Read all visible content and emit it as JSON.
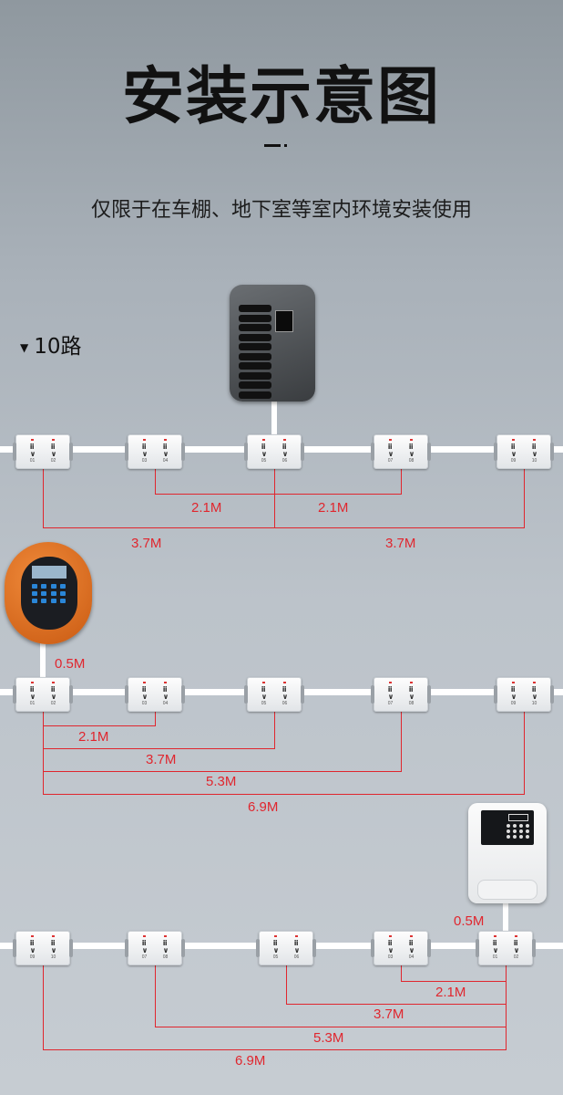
{
  "title": "安装示意图",
  "subtitle": "仅限于在车棚、地下室等室内环境安装使用",
  "route_label": "10路",
  "colors": {
    "measure": "#e0262e",
    "wire": "#ffffff",
    "title": "#111111"
  },
  "rows": [
    {
      "device": "charging-station-10-slot",
      "sockets": [
        [
          "01",
          "02"
        ],
        [
          "03",
          "04"
        ],
        [
          "05",
          "06"
        ],
        [
          "07",
          "08"
        ],
        [
          "09",
          "10"
        ]
      ],
      "measurements": [
        "2.1M",
        "2.1M",
        "3.7M",
        "3.7M"
      ]
    },
    {
      "device": "orange-card-reader",
      "drop": "0.5M",
      "sockets": [
        [
          "01",
          "02"
        ],
        [
          "03",
          "04"
        ],
        [
          "05",
          "06"
        ],
        [
          "07",
          "08"
        ],
        [
          "09",
          "10"
        ]
      ],
      "measurements": [
        "2.1M",
        "3.7M",
        "5.3M",
        "6.9M"
      ]
    },
    {
      "device": "white-card-reader",
      "drop": "0.5M",
      "sockets": [
        [
          "09",
          "10"
        ],
        [
          "07",
          "08"
        ],
        [
          "05",
          "06"
        ],
        [
          "03",
          "04"
        ],
        [
          "01",
          "02"
        ]
      ],
      "measurements": [
        "2.1M",
        "3.7M",
        "5.3M",
        "6.9M"
      ]
    }
  ]
}
